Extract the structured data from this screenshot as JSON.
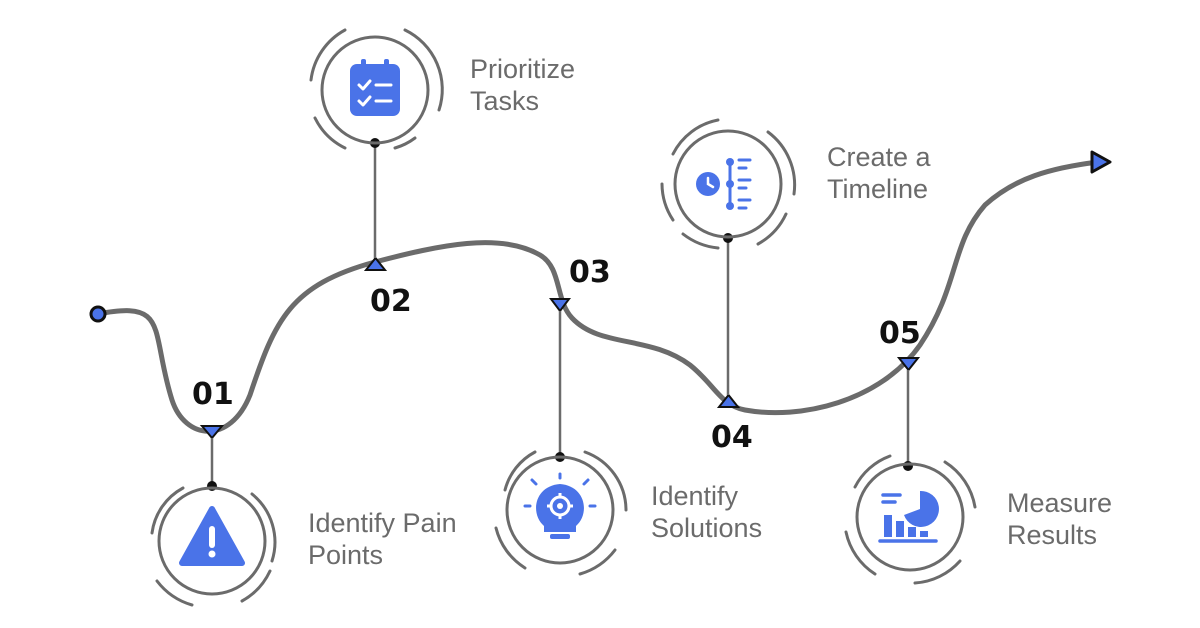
{
  "colors": {
    "path": "#6b6b6b",
    "accent": "#4a73e8",
    "text": "#111111",
    "label": "#6b6b6b"
  },
  "steps": [
    {
      "number": "01",
      "label_lines": [
        "Identify Pain",
        "Points"
      ],
      "icon": "warning-icon"
    },
    {
      "number": "02",
      "label_lines": [
        "Prioritize",
        "Tasks"
      ],
      "icon": "checklist-icon"
    },
    {
      "number": "03",
      "label_lines": [
        "Identify",
        "Solutions"
      ],
      "icon": "lightbulb-gear-icon"
    },
    {
      "number": "04",
      "label_lines": [
        "Create a",
        "Timeline"
      ],
      "icon": "timeline-icon"
    },
    {
      "number": "05",
      "label_lines": [
        "Measure",
        "Results"
      ],
      "icon": "chart-icon"
    }
  ]
}
